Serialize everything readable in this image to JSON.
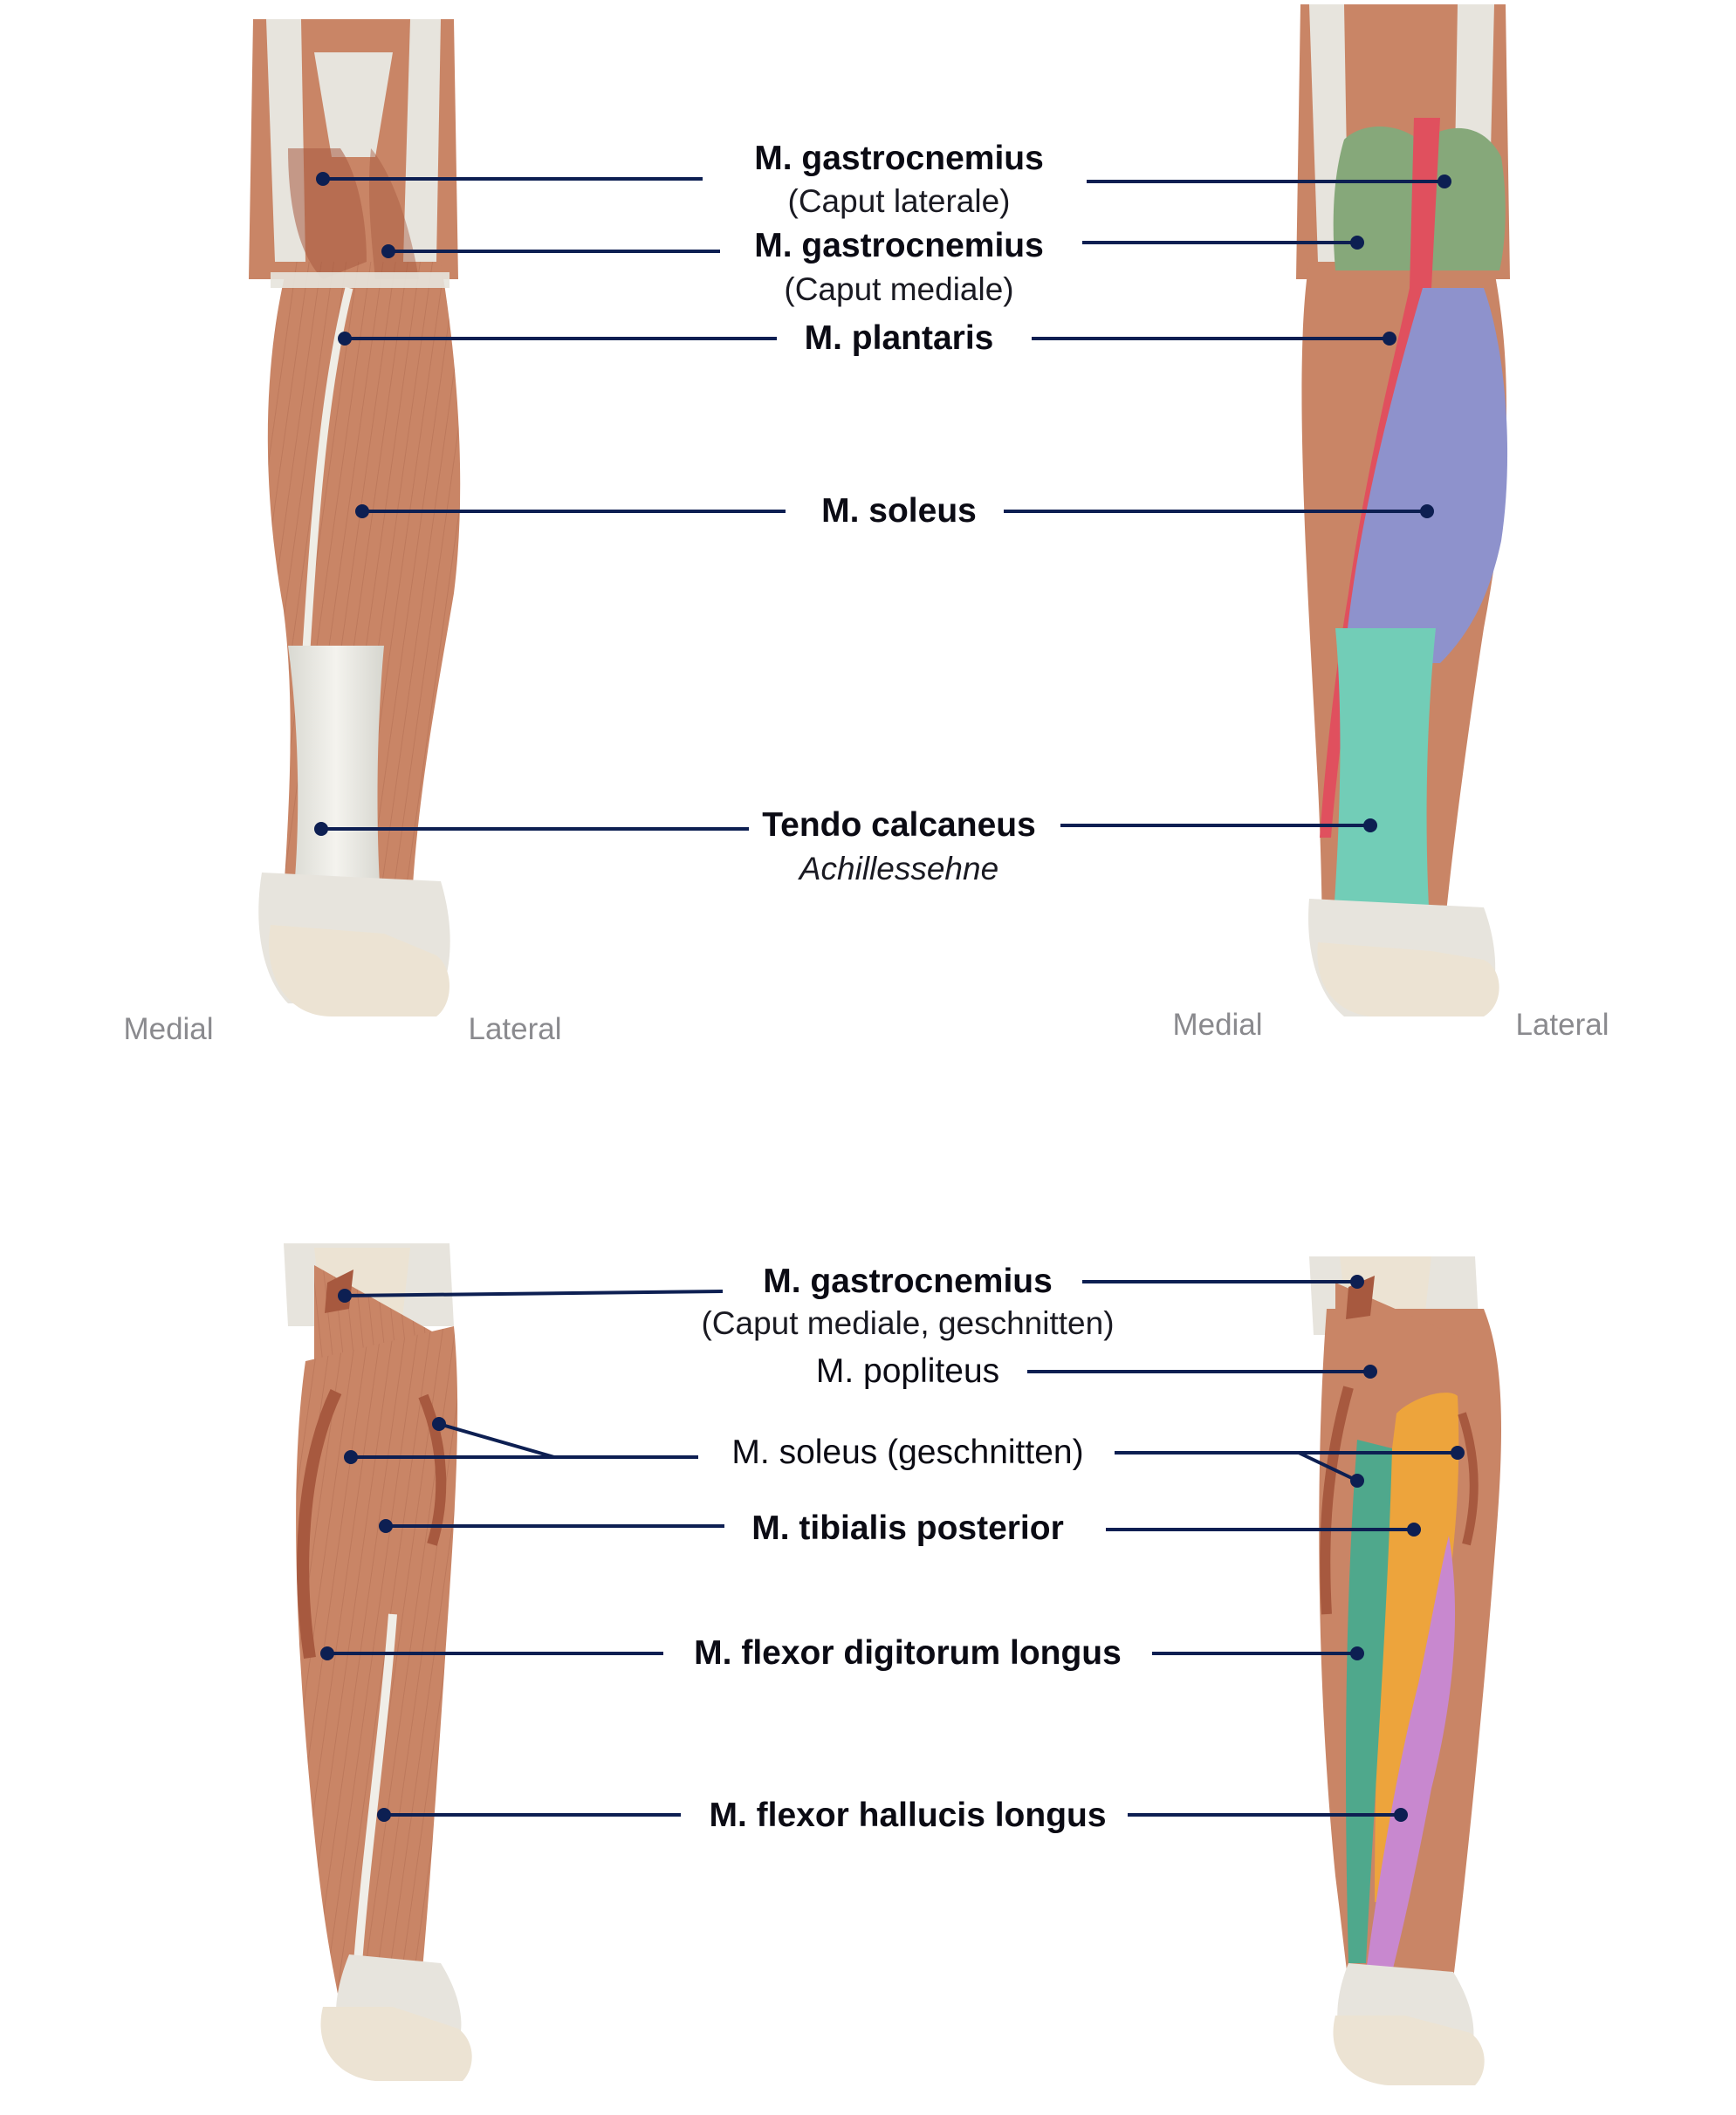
{
  "colors": {
    "leader_line": "#0d1f52",
    "muscle": "#c98566",
    "muscle_dark": "#a7593f",
    "tendon": "#e7e4dd",
    "bone": "#ece3d3",
    "gastrocnemius_highlight": "#86a87a",
    "plantaris_highlight": "#e0505e",
    "soleus_highlight": "#8e92cc",
    "tendo_calcaneus_highlight": "#72cdb7",
    "popliteus_highlight": "#c98566",
    "tibialis_posterior_highlight": "#eda43c",
    "flexor_digitorum_longus_highlight": "#4fa88c",
    "flexor_hallucis_longus_highlight": "#c888cf"
  },
  "top_panel": {
    "labels": [
      {
        "text": "M. gastrocnemius",
        "sub": "(Caput laterale)"
      },
      {
        "text": "M. gastrocnemius",
        "sub": "(Caput mediale)"
      },
      {
        "text": "M. plantaris"
      },
      {
        "text": "M. soleus"
      },
      {
        "text": "Tendo calcaneus",
        "sub": "Achillessehne"
      }
    ],
    "orientation_left": {
      "medial": "Medial",
      "lateral": "Lateral"
    },
    "orientation_right": {
      "medial": "Medial",
      "lateral": "Lateral"
    }
  },
  "bottom_panel": {
    "labels": [
      {
        "text": "M. gastrocnemius",
        "sub": "(Caput mediale, geschnitten)"
      },
      {
        "text": "M. popliteus"
      },
      {
        "text": "M. soleus (geschnitten)"
      },
      {
        "text": "M. tibialis posterior"
      },
      {
        "text": "M. flexor digitorum longus"
      },
      {
        "text": "M. flexor hallucis longus"
      }
    ]
  }
}
